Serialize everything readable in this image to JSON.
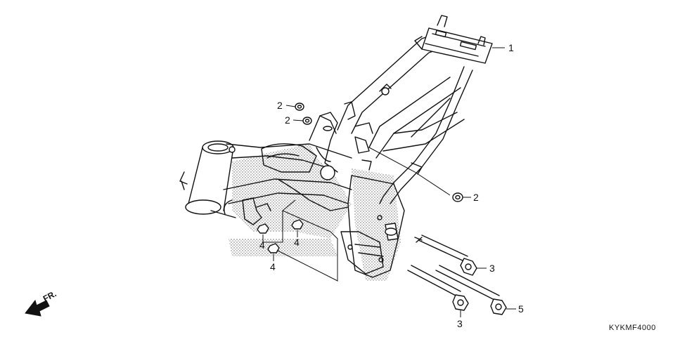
{
  "callouts": {
    "c1": "1",
    "c2a": "2",
    "c2b": "2",
    "c2c": "2",
    "c3a": "3",
    "c3b": "3",
    "c4a": "4",
    "c4b": "4",
    "c4c": "4",
    "c5": "5"
  },
  "direction_label": "FR.",
  "diagram_code": "KYKMF4000",
  "colors": {
    "ink": "#111111",
    "shade": "#bdbdbd",
    "background": "#ffffff"
  },
  "icons": {
    "direction": "front-direction-arrow-icon"
  }
}
